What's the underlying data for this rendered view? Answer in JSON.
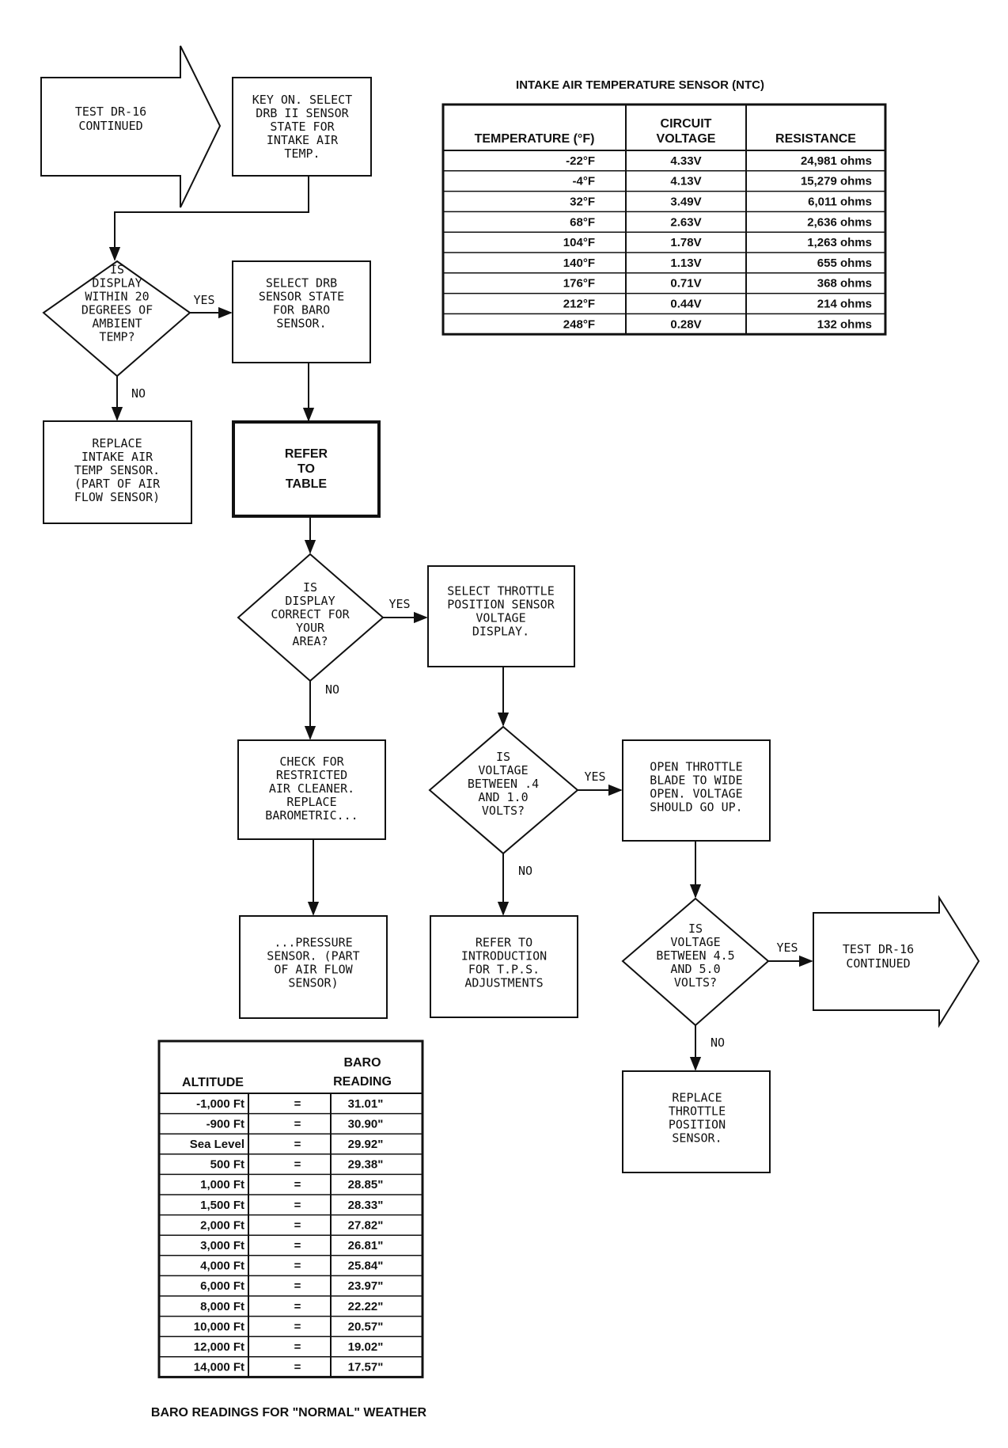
{
  "flow": {
    "start_arrow": [
      "TEST DR-16",
      "CONTINUED"
    ],
    "key_on": [
      "KEY ON. SELECT",
      "DRB II SENSOR",
      "STATE FOR",
      "INTAKE AIR",
      "TEMP."
    ],
    "is_display_20": [
      "IS",
      "DISPLAY",
      "WITHIN 20",
      "DEGREES OF",
      "AMBIENT",
      "TEMP?"
    ],
    "yes1": "YES",
    "no1": "NO",
    "replace_intake": [
      "REPLACE",
      "INTAKE AIR",
      "TEMP SENSOR.",
      "(PART OF AIR",
      "FLOW SENSOR)"
    ],
    "select_baro": [
      "SELECT DRB",
      "SENSOR STATE",
      "FOR BARO",
      "SENSOR."
    ],
    "refer_table": [
      "REFER",
      "TO",
      "TABLE"
    ],
    "is_display_area": [
      "IS",
      "DISPLAY",
      "CORRECT FOR",
      "YOUR",
      "AREA?"
    ],
    "yes2": "YES",
    "no2": "NO",
    "select_tps": [
      "SELECT THROTTLE",
      "POSITION SENSOR",
      "VOLTAGE",
      "DISPLAY."
    ],
    "check_restricted": [
      "CHECK FOR",
      "RESTRICTED",
      "AIR CLEANER.",
      "REPLACE",
      "BAROMETRIC..."
    ],
    "pressure_sensor": [
      "...PRESSURE",
      "SENSOR. (PART",
      "OF AIR FLOW",
      "SENSOR)"
    ],
    "is_voltage_04": [
      "IS",
      "VOLTAGE",
      "BETWEEN .4",
      "AND 1.0",
      "VOLTS?"
    ],
    "yes3": "YES",
    "no3": "NO",
    "open_throttle": [
      "OPEN THROTTLE",
      "BLADE TO WIDE",
      "OPEN. VOLTAGE",
      "SHOULD GO UP."
    ],
    "refer_intro": [
      "REFER TO",
      "INTRODUCTION",
      "FOR T.P.S.",
      "ADJUSTMENTS"
    ],
    "is_voltage_45": [
      "IS",
      "VOLTAGE",
      "BETWEEN 4.5",
      "AND 5.0",
      "VOLTS?"
    ],
    "yes4": "YES",
    "no4": "NO",
    "end_arrow": [
      "TEST DR-16",
      "CONTINUED"
    ],
    "replace_tps": [
      "REPLACE",
      "THROTTLE",
      "POSITION",
      "SENSOR."
    ]
  },
  "iat_table": {
    "title": "INTAKE AIR TEMPERATURE SENSOR (NTC)",
    "headers": [
      [
        "TEMPERATURE (°F)"
      ],
      [
        "CIRCUIT",
        "VOLTAGE"
      ],
      [
        "RESISTANCE"
      ]
    ],
    "rows": [
      [
        "-22°F",
        "4.33V",
        "24,981 ohms"
      ],
      [
        "-4°F",
        "4.13V",
        "15,279 ohms"
      ],
      [
        "32°F",
        "3.49V",
        "6,011 ohms"
      ],
      [
        "68°F",
        "2.63V",
        "2,636 ohms"
      ],
      [
        "104°F",
        "1.78V",
        "1,263 ohms"
      ],
      [
        "140°F",
        "1.13V",
        "655 ohms"
      ],
      [
        "176°F",
        "0.71V",
        "368 ohms"
      ],
      [
        "212°F",
        "0.44V",
        "214 ohms"
      ],
      [
        "248°F",
        "0.28V",
        "132 ohms"
      ]
    ]
  },
  "baro_table": {
    "headers": [
      [
        "ALTITUDE"
      ],
      [
        "BARO",
        "READING"
      ]
    ],
    "eq": "=",
    "rows": [
      [
        "-1,000 Ft",
        "31.01\""
      ],
      [
        "-900 Ft",
        "30.90\""
      ],
      [
        "Sea Level",
        "29.92\""
      ],
      [
        "500 Ft",
        "29.38\""
      ],
      [
        "1,000 Ft",
        "28.85\""
      ],
      [
        "1,500 Ft",
        "28.33\""
      ],
      [
        "2,000 Ft",
        "27.82\""
      ],
      [
        "3,000 Ft",
        "26.81\""
      ],
      [
        "4,000 Ft",
        "25.84\""
      ],
      [
        "6,000 Ft",
        "23.97\""
      ],
      [
        "8,000 Ft",
        "22.22\""
      ],
      [
        "10,000 Ft",
        "20.57\""
      ],
      [
        "12,000 Ft",
        "19.02\""
      ],
      [
        "14,000 Ft",
        "17.57\""
      ]
    ],
    "caption": "BARO READINGS FOR \"NORMAL\" WEATHER"
  }
}
